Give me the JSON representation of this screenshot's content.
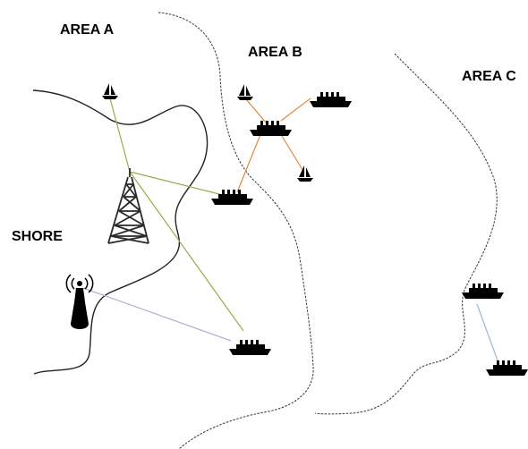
{
  "labels": {
    "area_a": "AREA A",
    "area_b": "AREA B",
    "area_c": "AREA C",
    "shore": "SHORE"
  },
  "colors": {
    "shoreline": "#222222",
    "boundary": "#333333",
    "link_tower": "#9aab4a",
    "link_area_b": "#e08a3a",
    "link_base_station": "#b0b0d8",
    "link_area_c": "#9bb6d6",
    "icon": "#000000"
  },
  "icons": {
    "tower": "lattice-tower-icon",
    "base_station": "base-station-icon",
    "ship": "ship-icon",
    "sailboat": "sailboat-icon"
  }
}
